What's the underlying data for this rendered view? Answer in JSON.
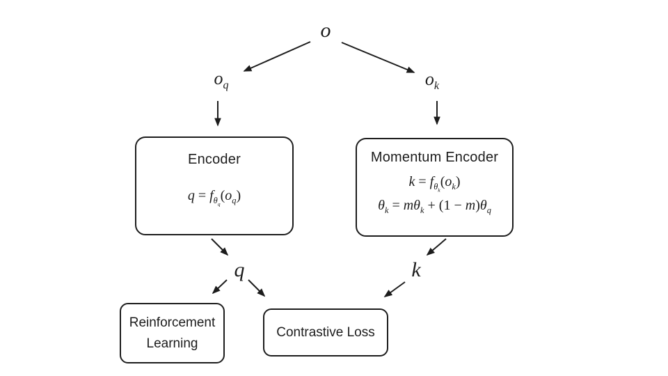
{
  "meta": {
    "background_color": "#ffffff",
    "ink_color": "#1c1c1c"
  },
  "labels": {
    "observation": "o",
    "obs_q": {
      "base": "o",
      "sub": "q"
    },
    "obs_k": {
      "base": "o",
      "sub": "k"
    },
    "query": "q",
    "key": "k"
  },
  "encoder_box": {
    "title": "Encoder",
    "formula": {
      "lhs": "q",
      "eq": " = ",
      "fn": "f",
      "fn_sub": "θ",
      "fn_sub_sub": "q",
      "open": "(",
      "arg": "o",
      "arg_sub": "q",
      "close": ")"
    }
  },
  "momentum_box": {
    "title": "Momentum Encoder",
    "formula1": {
      "lhs": "k",
      "eq": " = ",
      "fn": "f",
      "fn_sub": "θ",
      "fn_sub_sub": "k",
      "open": "(",
      "arg": "o",
      "arg_sub": "k",
      "close": ")"
    },
    "formula2": {
      "lhs": "θ",
      "lhs_sub": "k",
      "eq": " = ",
      "m1": "m",
      "theta1": "θ",
      "theta1_sub": "k",
      "plus": " + ",
      "open": "(1 − ",
      "m2": "m",
      "close": ")",
      "rhs": "θ",
      "rhs_sub": "q"
    }
  },
  "rl_box": {
    "line1": "Reinforcement",
    "line2": "Learning"
  },
  "cl_box": {
    "label": "Contrastive Loss"
  }
}
